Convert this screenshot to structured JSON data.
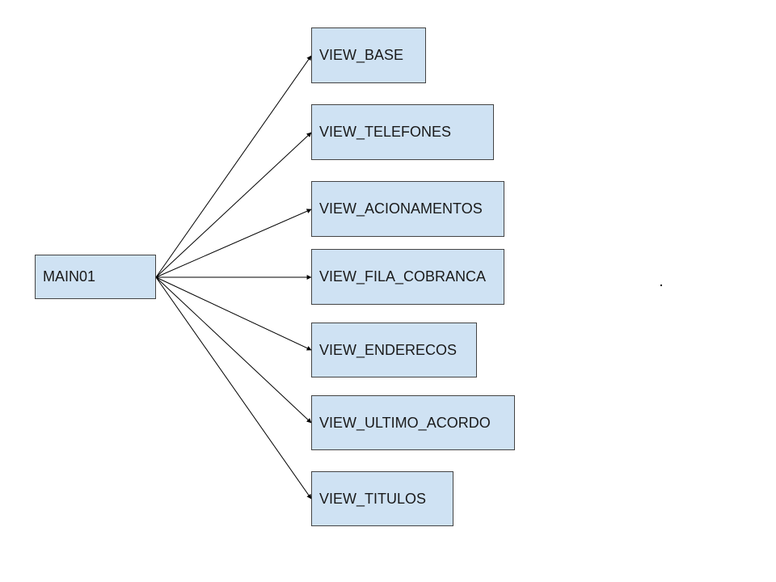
{
  "colors": {
    "node_fill": "#cfe2f3",
    "edge": "#000000"
  },
  "root": {
    "label": "MAIN01"
  },
  "children": [
    {
      "label": "VIEW_BASE"
    },
    {
      "label": "VIEW_TELEFONES"
    },
    {
      "label": "VIEW_ACIONAMENTOS"
    },
    {
      "label": "VIEW_FILA_COBRANCA"
    },
    {
      "label": "VIEW_ENDERECOS"
    },
    {
      "label": "VIEW_ULTIMO_ACORDO"
    },
    {
      "label": "VIEW_TITULOS"
    }
  ]
}
